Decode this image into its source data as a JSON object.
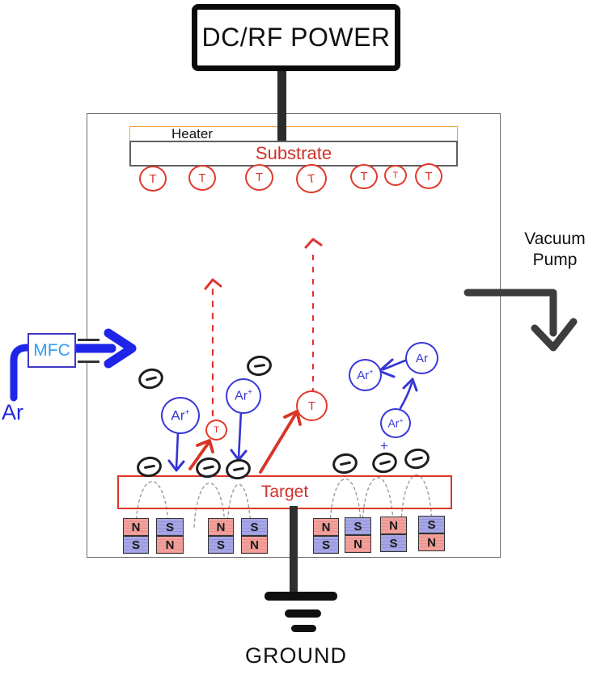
{
  "power_supply": {
    "label": "DC/RF POWER"
  },
  "chamber": {
    "heater_label": "Heater",
    "substrate_label": "Substrate",
    "target_label": "Target"
  },
  "vacuum_pump": {
    "line1": "Vacuum",
    "line2": "Pump"
  },
  "gas_inlet": {
    "mfc_label": "MFC",
    "gas_label": "Ar"
  },
  "ground": {
    "label": "GROUND"
  },
  "particles": {
    "target_atom": "T",
    "argon": "Ar",
    "ion_charge": "+",
    "plus": "+"
  },
  "magnets": {
    "stacks": [
      {
        "top": "N",
        "bottom": "S"
      },
      {
        "top": "S",
        "bottom": "N"
      },
      {
        "top": "N",
        "bottom": "S"
      },
      {
        "top": "S",
        "bottom": "N"
      },
      {
        "top": "N",
        "bottom": "S"
      },
      {
        "top": "S",
        "bottom": "N"
      },
      {
        "top": "N",
        "bottom": "S"
      },
      {
        "top": "S",
        "bottom": "N"
      }
    ]
  },
  "colors": {
    "red_ink": "#d93425",
    "blue_ink": "#3535d5",
    "thick_blue": "#1f25e8",
    "orange": "#eda43f",
    "magnet_red": "#f2a09b",
    "magnet_blue": "#a6a6e6",
    "dark_line": "#2e2e2e"
  }
}
